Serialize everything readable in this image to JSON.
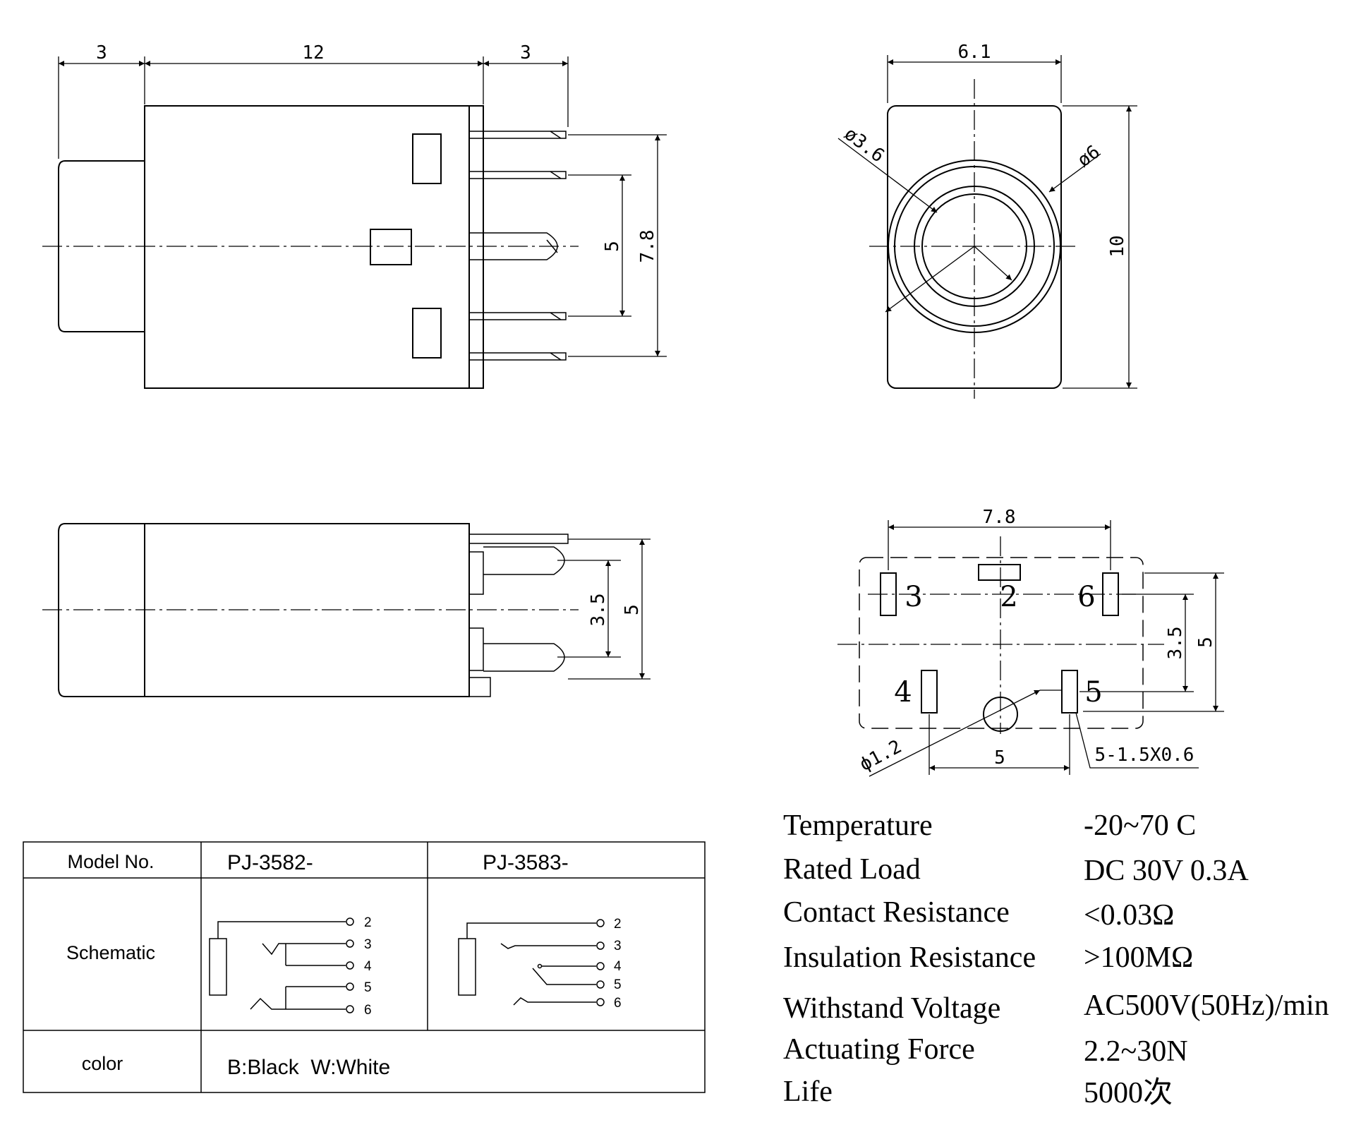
{
  "top_view": {
    "dim_left": "3",
    "dim_body": "12",
    "dim_right": "3",
    "dim_pins_inner": "5",
    "dim_pins_outer": "7.8"
  },
  "front_view": {
    "dim_width": "6.1",
    "dim_height": "10",
    "dim_inner_dia": "ø3.6",
    "dim_outer_dia": "ø6"
  },
  "side_view": {
    "dim_inner": "3.5",
    "dim_outer": "5"
  },
  "footprint": {
    "dim_width": "7.8",
    "dim_row": "3.5",
    "dim_height": "5",
    "dim_bottom": "5",
    "hole_dia": "ϕ1.2",
    "slot_spec": "5-1.5X0.6",
    "pins": [
      "3",
      "2",
      "6",
      "4",
      "5"
    ]
  },
  "table": {
    "model_label": "Model No.",
    "model_a": "PJ-3582-",
    "model_b": "PJ-3583-",
    "schematic_label": "Schematic",
    "schematic_pins": [
      "2",
      "3",
      "4",
      "5",
      "6"
    ],
    "color_label": "color",
    "color_value": "B:Black  W:White"
  },
  "specs": [
    {
      "label": "Temperature",
      "value": "-20~70 C"
    },
    {
      "label": "Rated Load",
      "value": "DC 30V 0.3A"
    },
    {
      "label": "Contact Resistance",
      "value": "<0.03Ω"
    },
    {
      "label": "Insulation Resistance",
      "value": ">100MΩ"
    },
    {
      "label": "Withstand Voltage",
      "value": "AC500V(50Hz)/min"
    },
    {
      "label": "Actuating Force",
      "value": "2.2~30N"
    },
    {
      "label": "Life",
      "value": "5000次"
    }
  ]
}
